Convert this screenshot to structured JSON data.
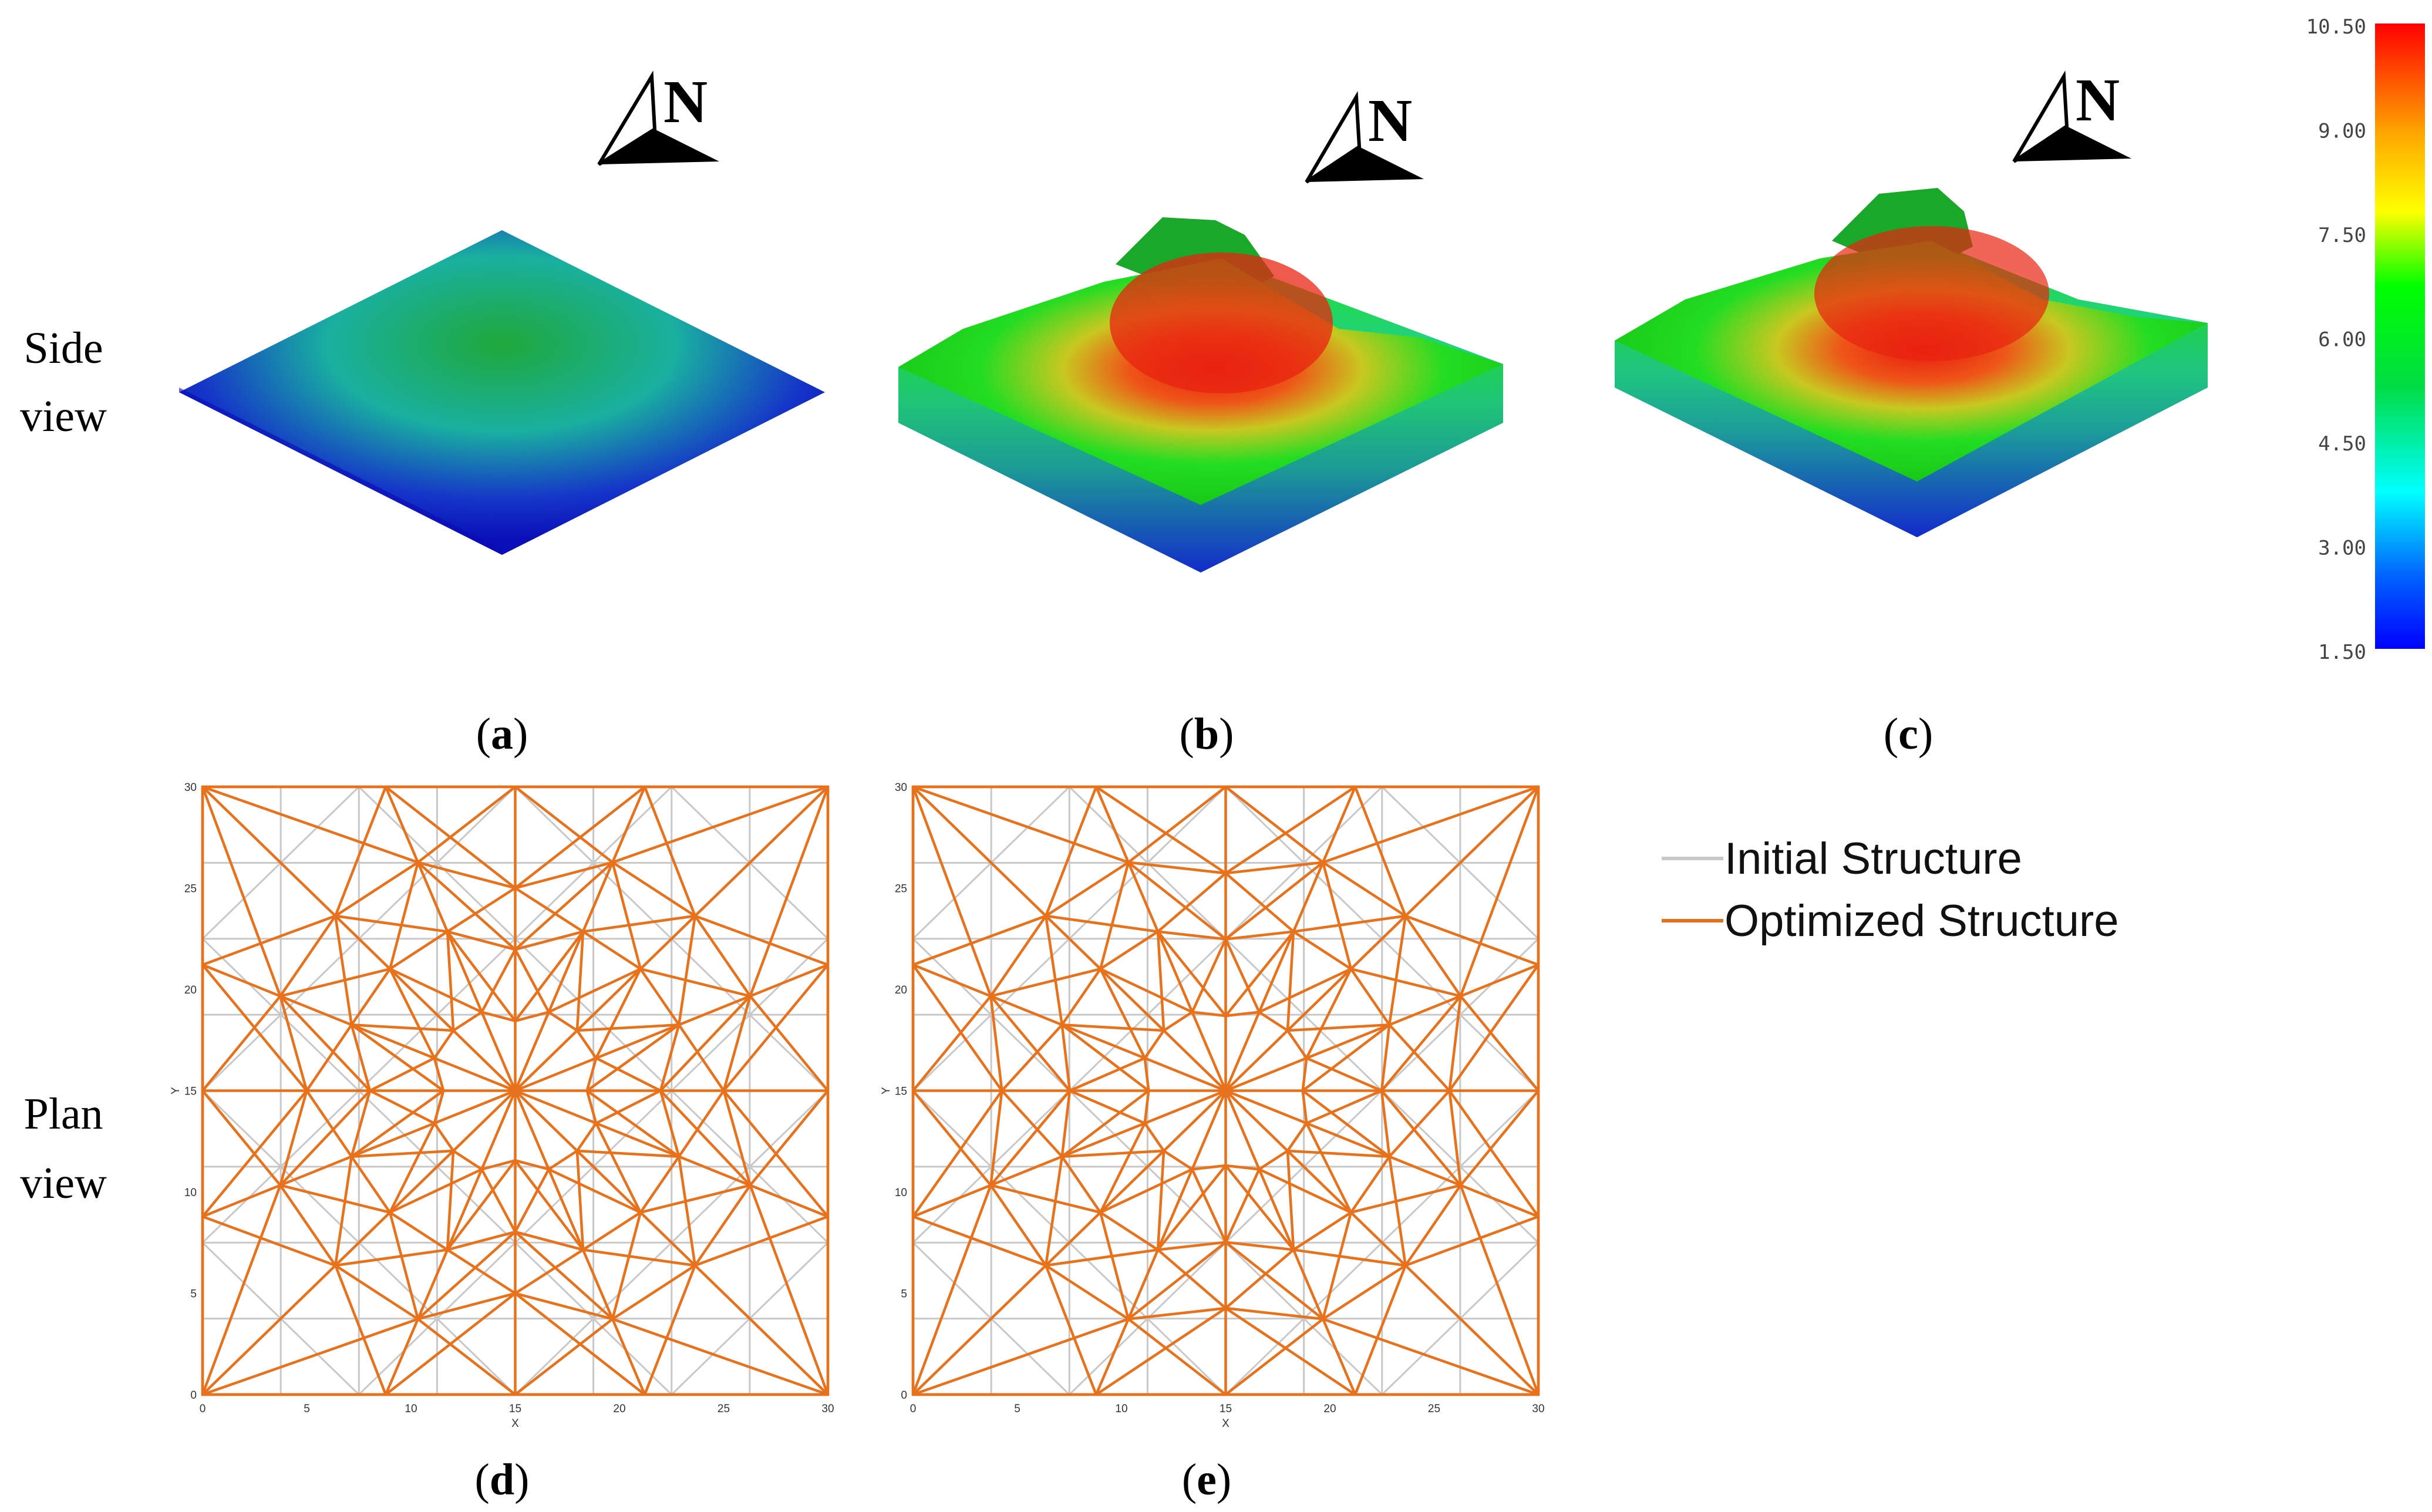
{
  "row_labels": {
    "side": [
      "Side",
      "view"
    ],
    "plan": [
      "Plan",
      "view"
    ]
  },
  "panels": [
    "(a)",
    "(b)",
    "(c)",
    "(d)",
    "(e)"
  ],
  "north_label": "N",
  "colorbar": {
    "ticks": [
      "10.50",
      "9.00",
      "7.50",
      "6.00",
      "4.50",
      "3.00",
      "1.50"
    ],
    "stops": [
      "#ff0000",
      "#ffff00",
      "#00ff00",
      "#00ffff",
      "#0000ff"
    ]
  },
  "plan_axes": {
    "xticks": [
      "0",
      "5",
      "10",
      "15",
      "20",
      "25",
      "30"
    ],
    "yticks": [
      "0",
      "5",
      "10",
      "15",
      "20",
      "25",
      "30"
    ],
    "xlabel": "X",
    "ylabel": "Y"
  },
  "legend": {
    "items": [
      {
        "label": "Initial Structure",
        "color": "#c8c8c8"
      },
      {
        "label": "Optimized Structure",
        "color": "#e8711c"
      }
    ]
  }
}
